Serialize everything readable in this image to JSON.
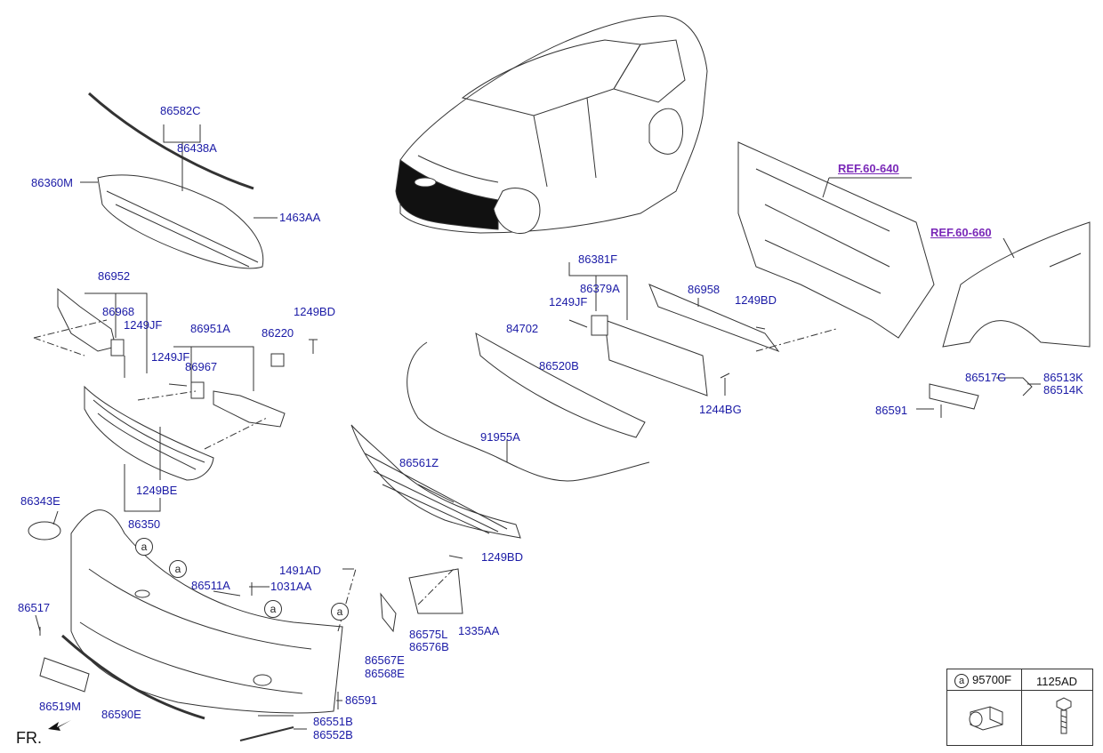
{
  "labels": {
    "p86582C": "86582C",
    "p86438A": "86438A",
    "p86360M": "86360M",
    "p1463AA": "1463AA",
    "p86952": "86952",
    "p86968": "86968",
    "p1249JF_a": "1249JF",
    "p86951A": "86951A",
    "p1249JF_b": "1249JF",
    "p86967": "86967",
    "p86220": "86220",
    "p1249BD_a": "1249BD",
    "p1249BE": "1249BE",
    "p86350": "86350",
    "p86343E": "86343E",
    "p86511A": "86511A",
    "p1491AD": "1491AD",
    "p1031AA": "1031AA",
    "p86517": "86517",
    "p86519M": "86519M",
    "p86590E": "86590E",
    "p86591_a": "86591",
    "p86551B": "86551B",
    "p86552B": "86552B",
    "p86567E": "86567E",
    "p86568E": "86568E",
    "p86575L": "86575L",
    "p86576B": "86576B",
    "p1335AA": "1335AA",
    "p1249BD_b": "1249BD",
    "p86561Z": "86561Z",
    "p91955A": "91955A",
    "p84702": "84702",
    "p86520B": "86520B",
    "p86381F": "86381F",
    "p86379A": "86379A",
    "p1249JF_c": "1249JF",
    "p86958": "86958",
    "p1249BD_c": "1249BD",
    "p1244BG": "1244BG",
    "p86517G": "86517G",
    "p86513K": "86513K",
    "p86514K": "86514K",
    "p86591_b": "86591"
  },
  "refs": {
    "ref1": "REF.60-640",
    "ref2": "REF.60-660"
  },
  "callout_letter": "a",
  "direction_label": "FR.",
  "legend": {
    "marker": "a",
    "col1": "95700F",
    "col2": "1125AD"
  },
  "colors": {
    "label_blue": "#1a1aa6",
    "ref_purple": "#7a28b8",
    "line": "#333333",
    "highlight_black": "#111111"
  }
}
